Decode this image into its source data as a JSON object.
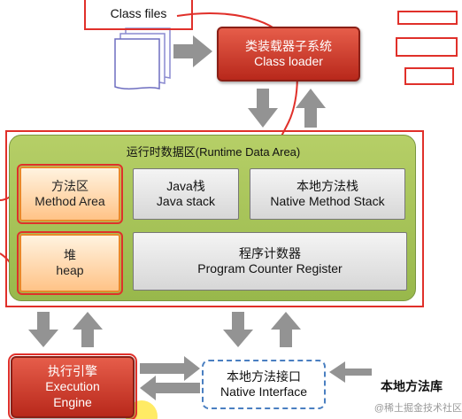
{
  "class_files": "Class files",
  "class_loader": {
    "line1": "类装载器子系统",
    "line2": "Class loader"
  },
  "runtime_area": {
    "title": "运行时数据区(Runtime Data Area)",
    "method_area": {
      "line1": "方法区",
      "line2": "Method Area"
    },
    "heap": {
      "line1": "堆",
      "line2": "heap"
    },
    "java_stack": {
      "line1": "Java栈",
      "line2": "Java stack"
    },
    "native_stack": {
      "line1": "本地方法栈",
      "line2": "Native Method Stack"
    },
    "pc_register": {
      "line1": "程序计数器",
      "line2": "Program Counter Register"
    }
  },
  "execution_engine": {
    "line1": "执行引擎",
    "line2": "Execution",
    "line3": "Engine"
  },
  "native_interface": {
    "line1": "本地方法接口",
    "line2": "Native Interface"
  },
  "native_library": "本地方法库",
  "watermark": "@稀土掘金技术社区"
}
